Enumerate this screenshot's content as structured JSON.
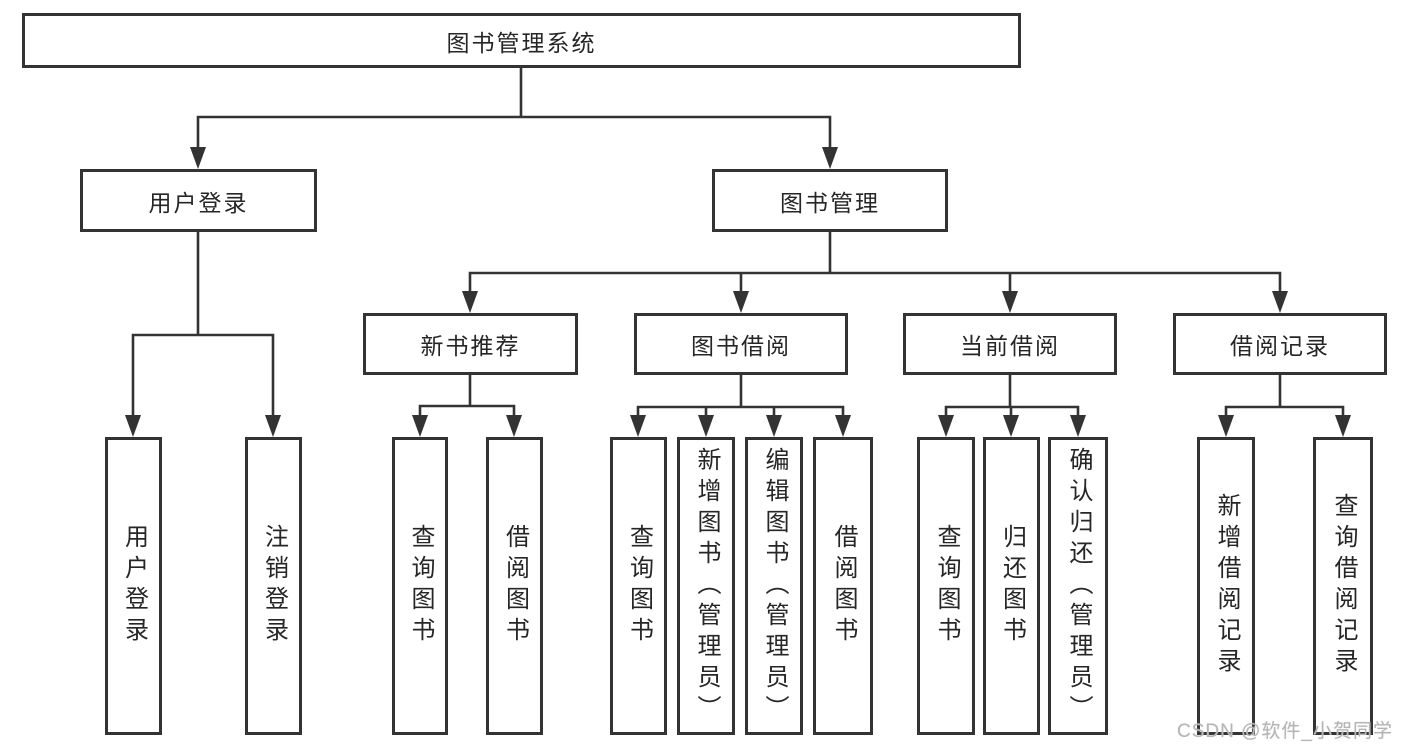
{
  "colors": {
    "line": "#333333",
    "box_border": "#333333",
    "text": "#262626",
    "background": "#ffffff",
    "watermark": "#b5b5b5"
  },
  "watermark": {
    "text": "CSDN @软件_小贺同学"
  },
  "tree": {
    "root": {
      "label": "图书管理系统",
      "children": [
        {
          "label": "用户登录",
          "children": [
            {
              "label": "用户登录"
            },
            {
              "label": "注销登录"
            }
          ]
        },
        {
          "label": "图书管理",
          "children": [
            {
              "label": "新书推荐",
              "children": [
                {
                  "label": "查询图书"
                },
                {
                  "label": "借阅图书"
                }
              ]
            },
            {
              "label": "图书借阅",
              "children": [
                {
                  "label": "查询图书"
                },
                {
                  "label": "新增图书（管理员）"
                },
                {
                  "label": "编辑图书（管理员）"
                },
                {
                  "label": "借阅图书"
                }
              ]
            },
            {
              "label": "当前借阅",
              "children": [
                {
                  "label": "查询图书"
                },
                {
                  "label": "归还图书"
                },
                {
                  "label": "确认归还（管理员）"
                }
              ]
            },
            {
              "label": "借阅记录",
              "children": [
                {
                  "label": "新增借阅记录"
                },
                {
                  "label": "查询借阅记录"
                }
              ]
            }
          ]
        }
      ]
    }
  }
}
